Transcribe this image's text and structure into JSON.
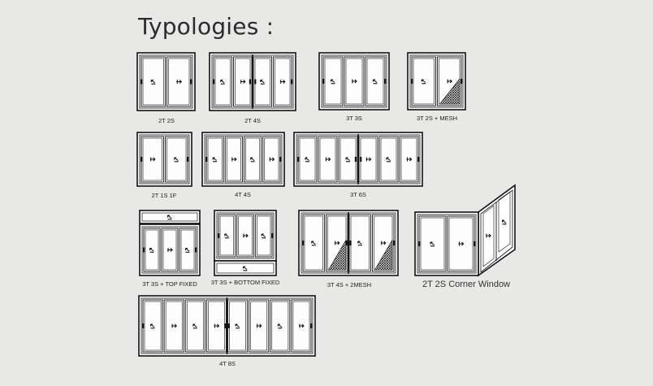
{
  "title": "Typologies :",
  "typologies": [
    {
      "key": "t2t2s",
      "caption": "2T 2S"
    },
    {
      "key": "t2t4s",
      "caption": "2T 4S"
    },
    {
      "key": "t3t3s",
      "caption": "3T 3S"
    },
    {
      "key": "t3t2smesh",
      "caption": "3T 2S + MESH"
    },
    {
      "key": "t2t1s1f",
      "caption": "2T 1S 1F"
    },
    {
      "key": "t4t4s",
      "caption": "4T 4S"
    },
    {
      "key": "t3t6s",
      "caption": "3T 6S"
    },
    {
      "key": "t3t3stop",
      "caption": "3T 3S + TOP FIXED"
    },
    {
      "key": "t3t3sbottom",
      "caption": "3T 3S + BOTTOM FIXED"
    },
    {
      "key": "t3t4s2mesh",
      "caption": "3T 4S + 2MESH"
    },
    {
      "key": "t2t2scorner",
      "caption": "2T 2S Corner Window"
    },
    {
      "key": "t4t8s",
      "caption": "4T 8S"
    }
  ]
}
